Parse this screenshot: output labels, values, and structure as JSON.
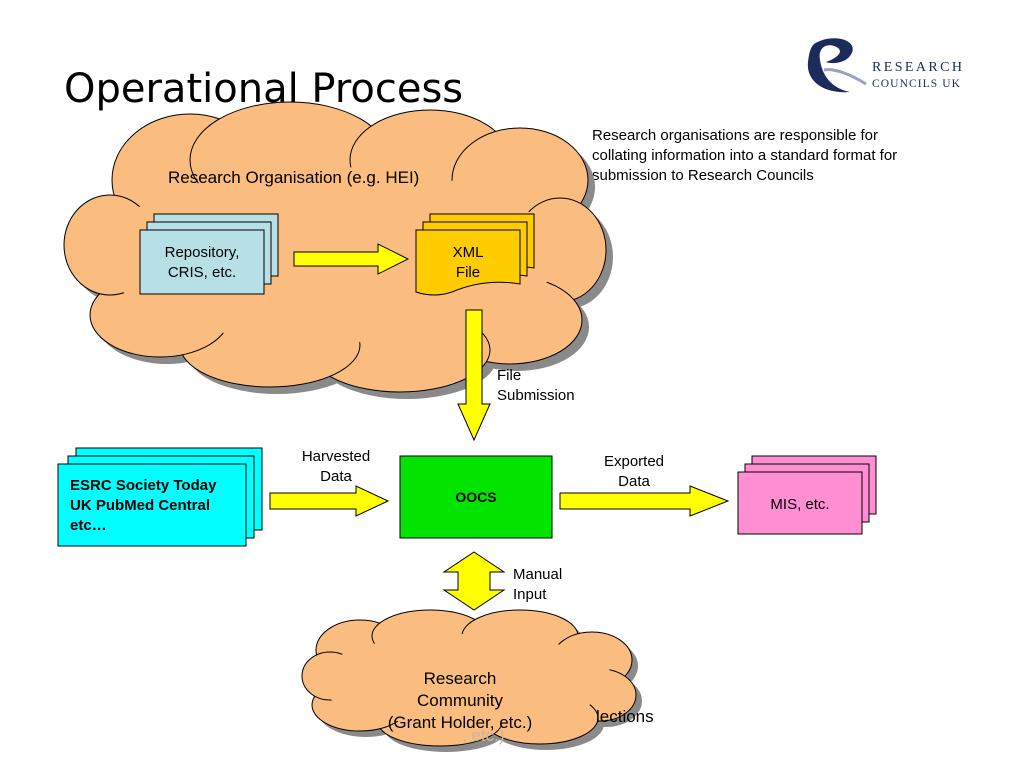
{
  "slide": {
    "title": "Operational Process",
    "description": "Research organisations are responsible for collating information into a standard format for submission to Research Councils"
  },
  "logo": {
    "line1": "RESEARCH",
    "line2": "COUNCILS UK"
  },
  "cloud_top": {
    "label": "Research Organisation (e.g. HEI)"
  },
  "repository": {
    "line1": "Repository,",
    "line2": "CRIS, etc."
  },
  "xml_file": {
    "line1": "XML",
    "line2": "File"
  },
  "file_submission": {
    "line1": "File",
    "line2": "Submission"
  },
  "sources": {
    "line1": "ESRC Society Today",
    "line2": "UK PubMed Central",
    "line3": "etc…"
  },
  "harvested": {
    "line1": "Harvested",
    "line2": "Data"
  },
  "oocs": {
    "label": "OOCS"
  },
  "exported": {
    "line1": "Exported",
    "line2": "Data"
  },
  "mis": {
    "label": "MIS, etc."
  },
  "manual": {
    "line1": "Manual",
    "line2": "Input"
  },
  "cloud_bottom": {
    "line1": "Research",
    "line2": "Community",
    "line3": "(Grant Holder, etc.)"
  },
  "hidden_behind": {
    "text": "lections",
    "ghost": ", etc.)"
  },
  "colors": {
    "cloud": "#fbbc80",
    "cloud_shadow": "#8a8a8a",
    "repository": "#b7e0e6",
    "xml": "#ffcc00",
    "arrow": "#ffff00",
    "sources": "#00ffff",
    "oocs": "#00e400",
    "mis": "#ff8fd2"
  }
}
